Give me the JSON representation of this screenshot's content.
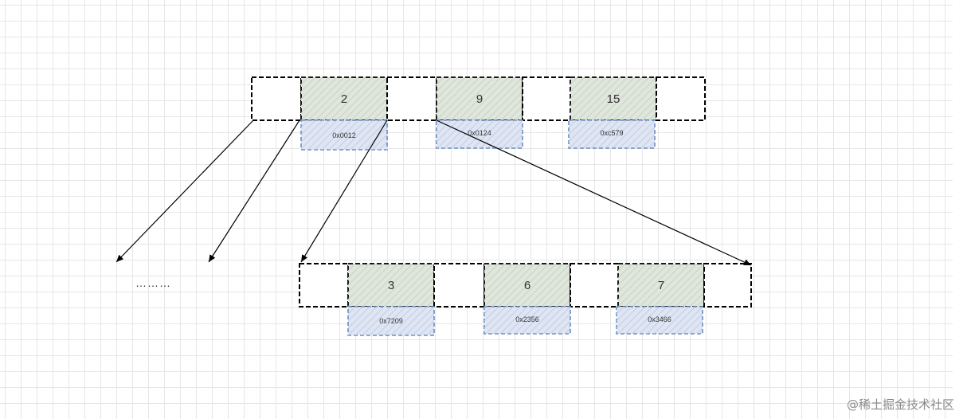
{
  "nodes": [
    {
      "id": "root",
      "keys": [
        "2",
        "9",
        "15"
      ],
      "addresses": [
        "0x0012",
        "0x0124",
        "0xc579"
      ]
    },
    {
      "id": "child",
      "keys": [
        "3",
        "6",
        "7"
      ],
      "addresses": [
        "0x7209",
        "0x2356",
        "0x3466"
      ]
    }
  ],
  "ellipsis": "………",
  "watermark": "@稀土掘金技术社区",
  "colors": {
    "key_fill": "#dfe6dc",
    "address_fill": "#dfe5f2",
    "address_border": "#6c8ebf",
    "grid": "#e6e6e6"
  }
}
